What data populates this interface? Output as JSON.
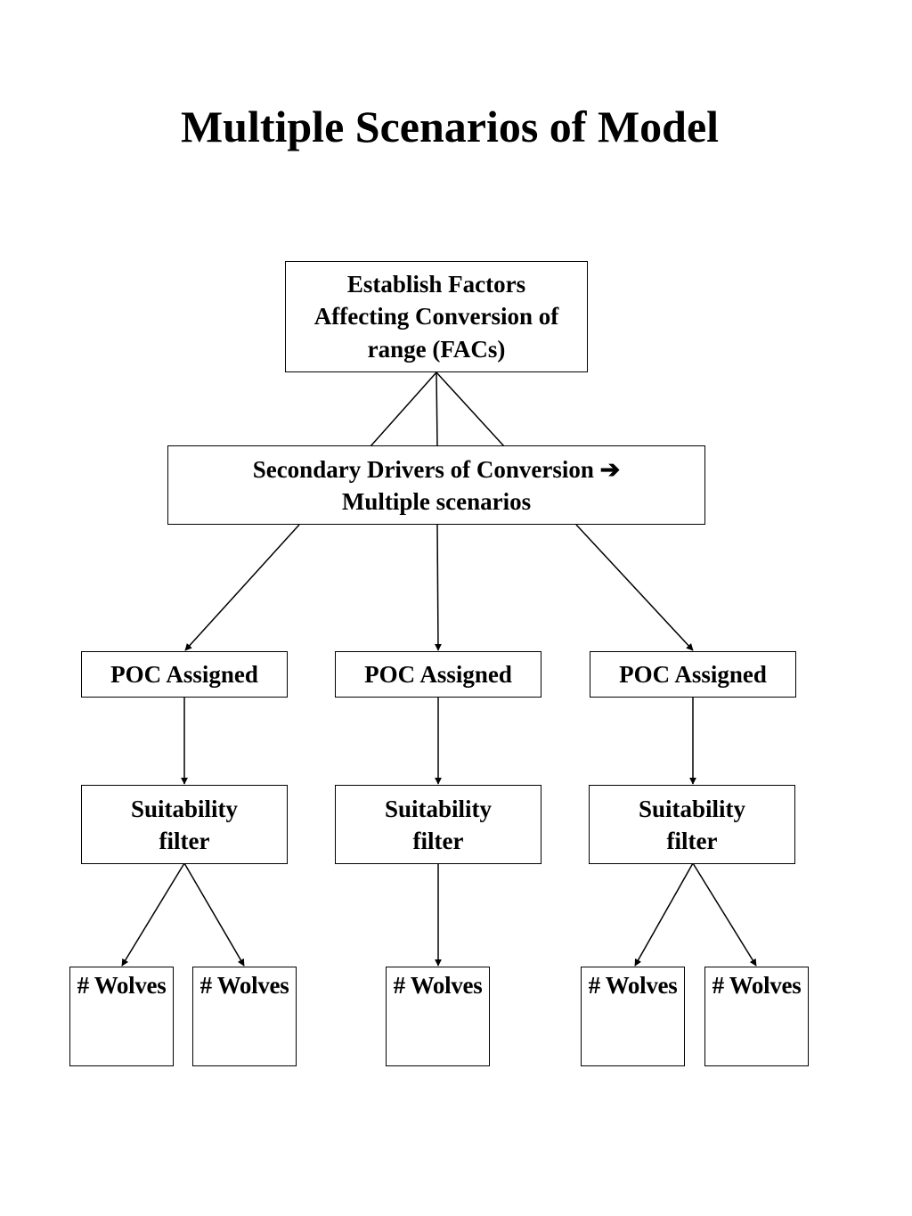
{
  "title": "Multiple Scenarios of Model",
  "nodes": {
    "establish_factors": {
      "lines": [
        "Establish Factors",
        "Affecting Conversion of",
        "range (FACs)"
      ]
    },
    "secondary_drivers": {
      "lines": [
        "Secondary Drivers of Conversion ➔",
        "Multiple scenarios"
      ]
    },
    "poc": [
      {
        "label": "POC Assigned"
      },
      {
        "label": "POC Assigned"
      },
      {
        "label": "POC Assigned"
      }
    ],
    "suitability": [
      {
        "lines": [
          "Suitability",
          "filter"
        ]
      },
      {
        "lines": [
          "Suitability",
          "filter"
        ]
      },
      {
        "lines": [
          "Suitability",
          "filter"
        ]
      }
    ],
    "wolves": [
      {
        "label": "# Wolves"
      },
      {
        "label": "# Wolves"
      },
      {
        "label": "# Wolves"
      },
      {
        "label": "# Wolves"
      },
      {
        "label": "# Wolves"
      }
    ]
  },
  "edges": [
    {
      "from": "establish-factors",
      "to": "secondary-drivers",
      "arrow": false
    },
    {
      "from": "secondary-drivers",
      "to": "poc-1",
      "arrow": true
    },
    {
      "from": "secondary-drivers",
      "to": "poc-2",
      "arrow": true
    },
    {
      "from": "secondary-drivers",
      "to": "poc-3",
      "arrow": true
    },
    {
      "from": "poc-1",
      "to": "suitability-1",
      "arrow": true
    },
    {
      "from": "poc-2",
      "to": "suitability-2",
      "arrow": true
    },
    {
      "from": "poc-3",
      "to": "suitability-3",
      "arrow": true
    },
    {
      "from": "suitability-1",
      "to": "wolves-1",
      "arrow": true
    },
    {
      "from": "suitability-1",
      "to": "wolves-2",
      "arrow": true
    },
    {
      "from": "suitability-2",
      "to": "wolves-3",
      "arrow": true
    },
    {
      "from": "suitability-3",
      "to": "wolves-4",
      "arrow": true
    },
    {
      "from": "suitability-3",
      "to": "wolves-5",
      "arrow": true
    }
  ],
  "colors": {
    "line": "#000000",
    "background": "#ffffff",
    "text": "#000000"
  }
}
